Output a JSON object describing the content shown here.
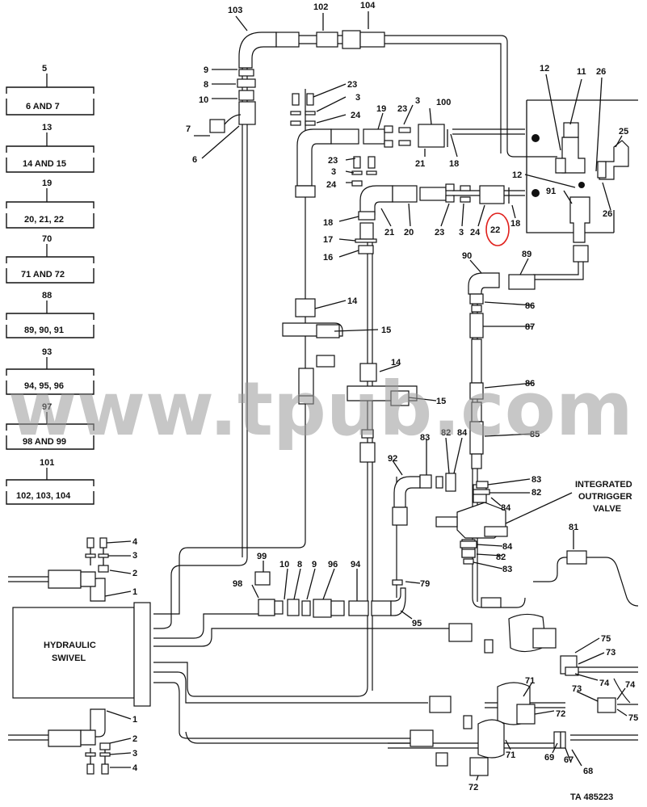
{
  "watermark": "www.tpub.com",
  "figure_id": "TA 485223",
  "components": {
    "hydraulic_swivel_line1": "HYDRAULIC",
    "hydraulic_swivel_line2": "SWIVEL",
    "integrated_valve_line1": "INTEGRATED",
    "integrated_valve_line2": "OUTRIGGER",
    "integrated_valve_line3": "VALVE"
  },
  "assembly_key": [
    {
      "parent": "5",
      "children": "6 AND 7"
    },
    {
      "parent": "13",
      "children": "14 AND 15"
    },
    {
      "parent": "19",
      "children": "20, 21, 22"
    },
    {
      "parent": "70",
      "children": "71 AND 72"
    },
    {
      "parent": "88",
      "children": "89, 90, 91"
    },
    {
      "parent": "93",
      "children": "94, 95, 96"
    },
    {
      "parent": "97",
      "children": "98 AND 99"
    },
    {
      "parent": "101",
      "children": "102, 103, 104"
    }
  ],
  "callouts": {
    "c103": "103",
    "c102": "102",
    "c104": "104",
    "c9a": "9",
    "c8a": "8",
    "c10a": "10",
    "c7": "7",
    "c6": "6",
    "c23a": "23",
    "c3a": "3",
    "c24a": "24",
    "c19": "19",
    "c23b": "23",
    "c3b": "3",
    "c100": "100",
    "c21a": "21",
    "c18a": "18",
    "c23c": "23",
    "c3c": "3",
    "c24b": "24",
    "c18b": "18",
    "c17": "17",
    "c16": "16",
    "c21b": "21",
    "c20": "20",
    "c23d": "23",
    "c3d": "3",
    "c24c": "24",
    "c22": "22",
    "c18c": "18",
    "c12a": "12",
    "c11": "11",
    "c26a": "26",
    "c25": "25",
    "c12b": "12",
    "c91": "91",
    "c26b": "26",
    "c90": "90",
    "c89": "89",
    "c86a": "86",
    "c87": "87",
    "c86b": "86",
    "c85": "85",
    "c14a": "14",
    "c15a": "15",
    "c14b": "14",
    "c15b": "15",
    "c83a": "83",
    "c82a": "82",
    "c84a": "84",
    "c92": "92",
    "c83b": "83",
    "c82b": "82",
    "c84b": "84",
    "c84c": "84",
    "c82c": "82",
    "c83c": "83",
    "c81": "81",
    "c4a": "4",
    "c3e": "3",
    "c2a": "2",
    "c1a": "1",
    "c99": "99",
    "c10b": "10",
    "c8b": "8",
    "c9b": "9",
    "c96": "96",
    "c94": "94",
    "c98": "98",
    "c79": "79",
    "c95": "95",
    "c75a": "75",
    "c73a": "73",
    "c74a": "74",
    "c73b": "73",
    "c74b": "74",
    "c75b": "75",
    "c71a": "71",
    "c72a": "72",
    "c71b": "71",
    "c72b": "72",
    "c69": "69",
    "c67": "67",
    "c68": "68",
    "c1b": "1",
    "c2b": "2",
    "c3f": "3",
    "c4b": "4"
  },
  "highlight": {
    "callout": "22",
    "color": "#e0201c"
  }
}
